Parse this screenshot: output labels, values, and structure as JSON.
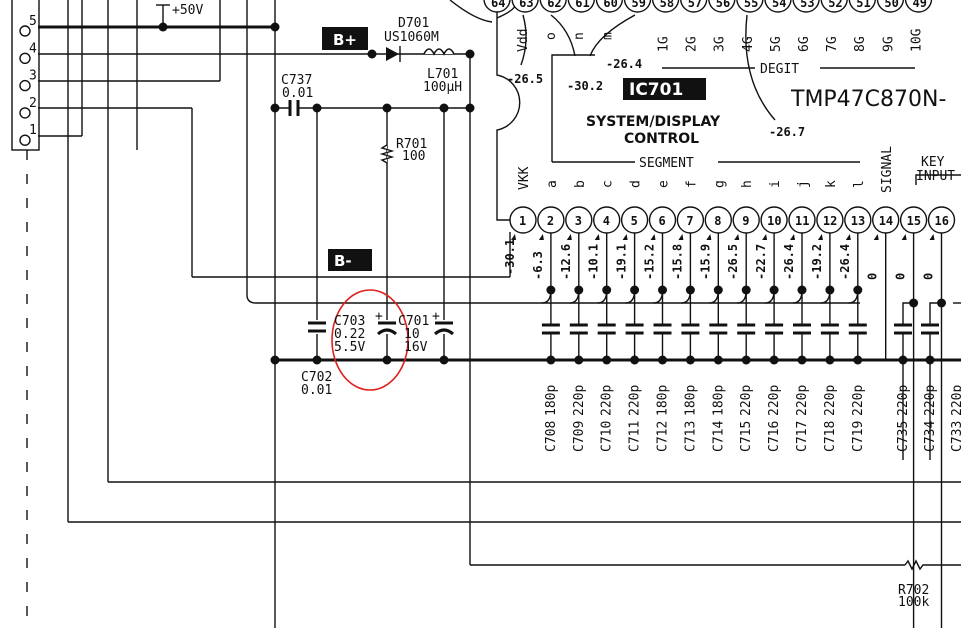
{
  "connector": {
    "pins": [
      "5",
      "4",
      "3",
      "2",
      "1"
    ]
  },
  "supply": {
    "plus50v": "+50V"
  },
  "labels": {
    "b_plus": "B+",
    "b_minus": "B-",
    "d701_ref": "D701",
    "d701_part": "US1060M",
    "l701_ref": "L701",
    "l701_val": "100µH",
    "c737_ref": "C737",
    "c737_val": "0.01",
    "r701_ref": "R701",
    "r701_val": "100",
    "c703_ref": "C703",
    "c703_val": "0.22",
    "c703_volt": "5.5V",
    "c701_ref": "C701",
    "c701_val": "10",
    "c701_volt": "16V",
    "c702_ref": "C702",
    "c702_val": "0.01",
    "r702_ref": "R702",
    "r702_val": "100k"
  },
  "ic": {
    "ref": "IC701",
    "part": "TMP47C870N-",
    "function_line1": "SYSTEM/DISPLAY",
    "function_line2": "CONTROL",
    "digit_label": "DEGIT",
    "segment_label": "SEGMENT",
    "signal_label": "SIGNAL",
    "key_input_line1": "KEY",
    "key_input_line2": "INPUT",
    "top_pins": [
      "64",
      "63",
      "62",
      "61",
      "60",
      "59",
      "58",
      "57",
      "56",
      "55",
      "54",
      "53",
      "52",
      "51",
      "50",
      "49"
    ],
    "top_pin_names": [
      "Vdd",
      "o",
      "n",
      "m",
      "",
      "1G",
      "2G",
      "3G",
      "4G",
      "5G",
      "6G",
      "7G",
      "8G",
      "9G",
      "10G"
    ],
    "top_voltages": [
      "-26.5",
      "-30.2",
      "-26.4",
      "-26.7"
    ],
    "bottom_pins": [
      "1",
      "2",
      "3",
      "4",
      "5",
      "6",
      "7",
      "8",
      "9",
      "10",
      "11",
      "12",
      "13",
      "14",
      "15",
      "16"
    ],
    "bottom_pin_names": [
      "VKK",
      "a",
      "b",
      "c",
      "d",
      "e",
      "f",
      "g",
      "h",
      "i",
      "j",
      "k",
      "l"
    ],
    "bottom_voltages": [
      "-30.1",
      "-6.3",
      "-12.6",
      "-10.1",
      "-19.1",
      "-15.2",
      "-15.8",
      "-15.9",
      "-26.5",
      "-22.7",
      "-26.4",
      "-19.2",
      "-26.4",
      "0",
      "0",
      "0"
    ]
  },
  "capacitors": [
    {
      "ref": "C708",
      "val": "180p"
    },
    {
      "ref": "C709",
      "val": "220p"
    },
    {
      "ref": "C710",
      "val": "220p"
    },
    {
      "ref": "C711",
      "val": "220p"
    },
    {
      "ref": "C712",
      "val": "180p"
    },
    {
      "ref": "C713",
      "val": "180p"
    },
    {
      "ref": "C714",
      "val": "180p"
    },
    {
      "ref": "C715",
      "val": "220p"
    },
    {
      "ref": "C716",
      "val": "220p"
    },
    {
      "ref": "C717",
      "val": "220p"
    },
    {
      "ref": "C718",
      "val": "220p"
    },
    {
      "ref": "C719",
      "val": "220p"
    },
    {
      "ref": "C735",
      "val": "220p"
    },
    {
      "ref": "C734",
      "val": "220p"
    },
    {
      "ref": "C733",
      "val": "220p"
    }
  ],
  "annotation_color": "#e0201c"
}
